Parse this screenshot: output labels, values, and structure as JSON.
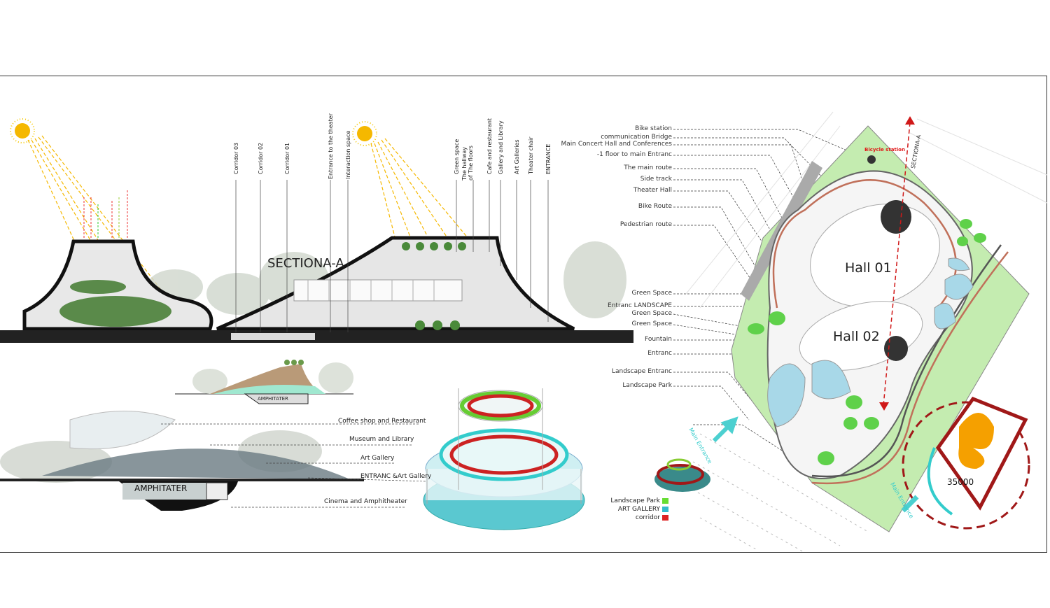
{
  "section": {
    "title": "SECTIONA-A",
    "vertical_labels": [
      "Corridor 03",
      "Corridor 02",
      "Corridor 01",
      "Entrance to the theater",
      "Interaction space",
      "Green space",
      "The hallway of The floors",
      "Cafe and restaurant",
      "Gallery and Library",
      "Art Galleries",
      "Theater chair",
      "ENTRANCE"
    ]
  },
  "site_labels": {
    "upper": [
      "Bike station",
      "communication Bridge",
      "Main Concert Hall and Conferences",
      "-1 floor to main Entranc",
      "The main route",
      "Side track",
      "Theater Hall",
      "Bike Route",
      "Pedestrian route"
    ],
    "lower": [
      "Green Space",
      "Entranc LANDSCAPE",
      "Green Space",
      "Green Space",
      "Fountain",
      "Entranc",
      "Landscape Entranc",
      "Landscape Park"
    ]
  },
  "site_plan": {
    "hall_1": "Hall 01",
    "hall_2": "Hall 02",
    "bicycle_station": "Bicycle station",
    "section_marker": "SECTIONA-A",
    "main_entrance_1": "Main Entrance",
    "main_entrance_2": "Main Entrance",
    "capacity": "35000"
  },
  "small_section": {
    "label": "AMPHITATER"
  },
  "render": {
    "label": "AMPHITATER",
    "callouts": [
      "Coffee shop and Restaurant",
      "Museum and Library",
      "Art Gallery",
      "ENTRANC &Art Gallery",
      "Cinema and Amphitheater"
    ]
  },
  "legend": [
    {
      "label": "Landscape Park",
      "color": "#66dd33"
    },
    {
      "label": "ART GALLERY",
      "color": "#33bbcc"
    },
    {
      "label": "corridor",
      "color": "#dd2222"
    }
  ],
  "colors": {
    "sun": "#f5b800",
    "green": "#bfe8a8",
    "route": "#c0705a",
    "water": "#a8d8e8",
    "plaza_red": "#a01818",
    "orange": "#f5a000"
  }
}
